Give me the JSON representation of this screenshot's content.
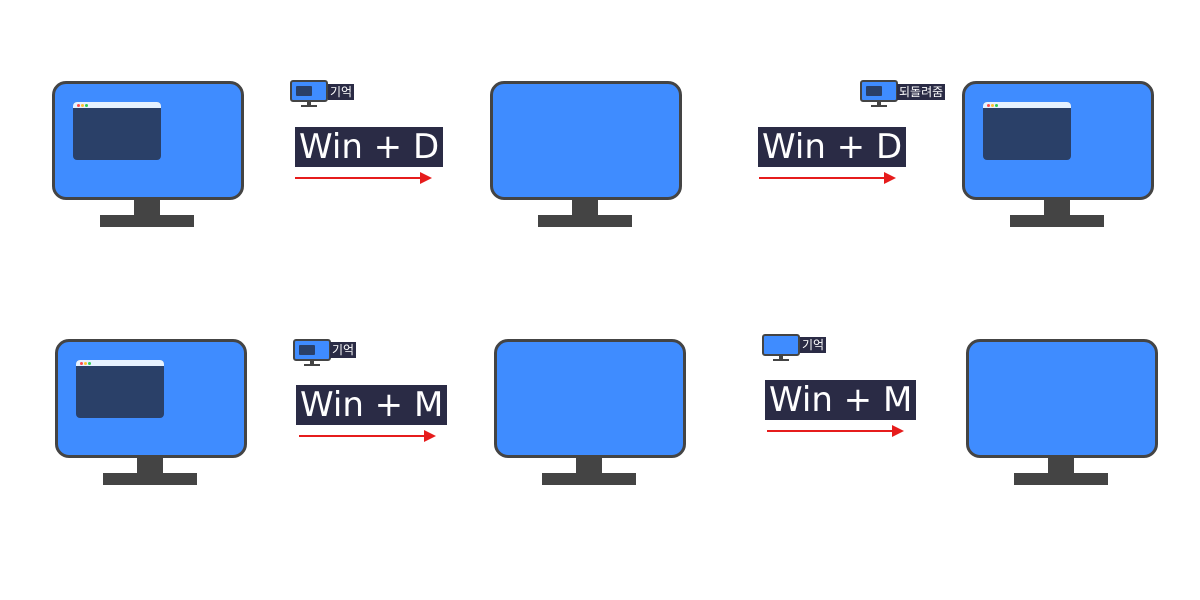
{
  "colors": {
    "screen": "#3f8cff",
    "frame": "#444444",
    "window": "#2a4068",
    "label_bg": "#2a2b45",
    "arrow": "#e61c1c"
  },
  "rows": [
    {
      "shortcut": "Win + D",
      "step1_badge": "기억",
      "step2_badge": "되돌려줌"
    },
    {
      "shortcut": "Win + M",
      "step1_badge": "기억",
      "step2_badge": "기억"
    }
  ]
}
